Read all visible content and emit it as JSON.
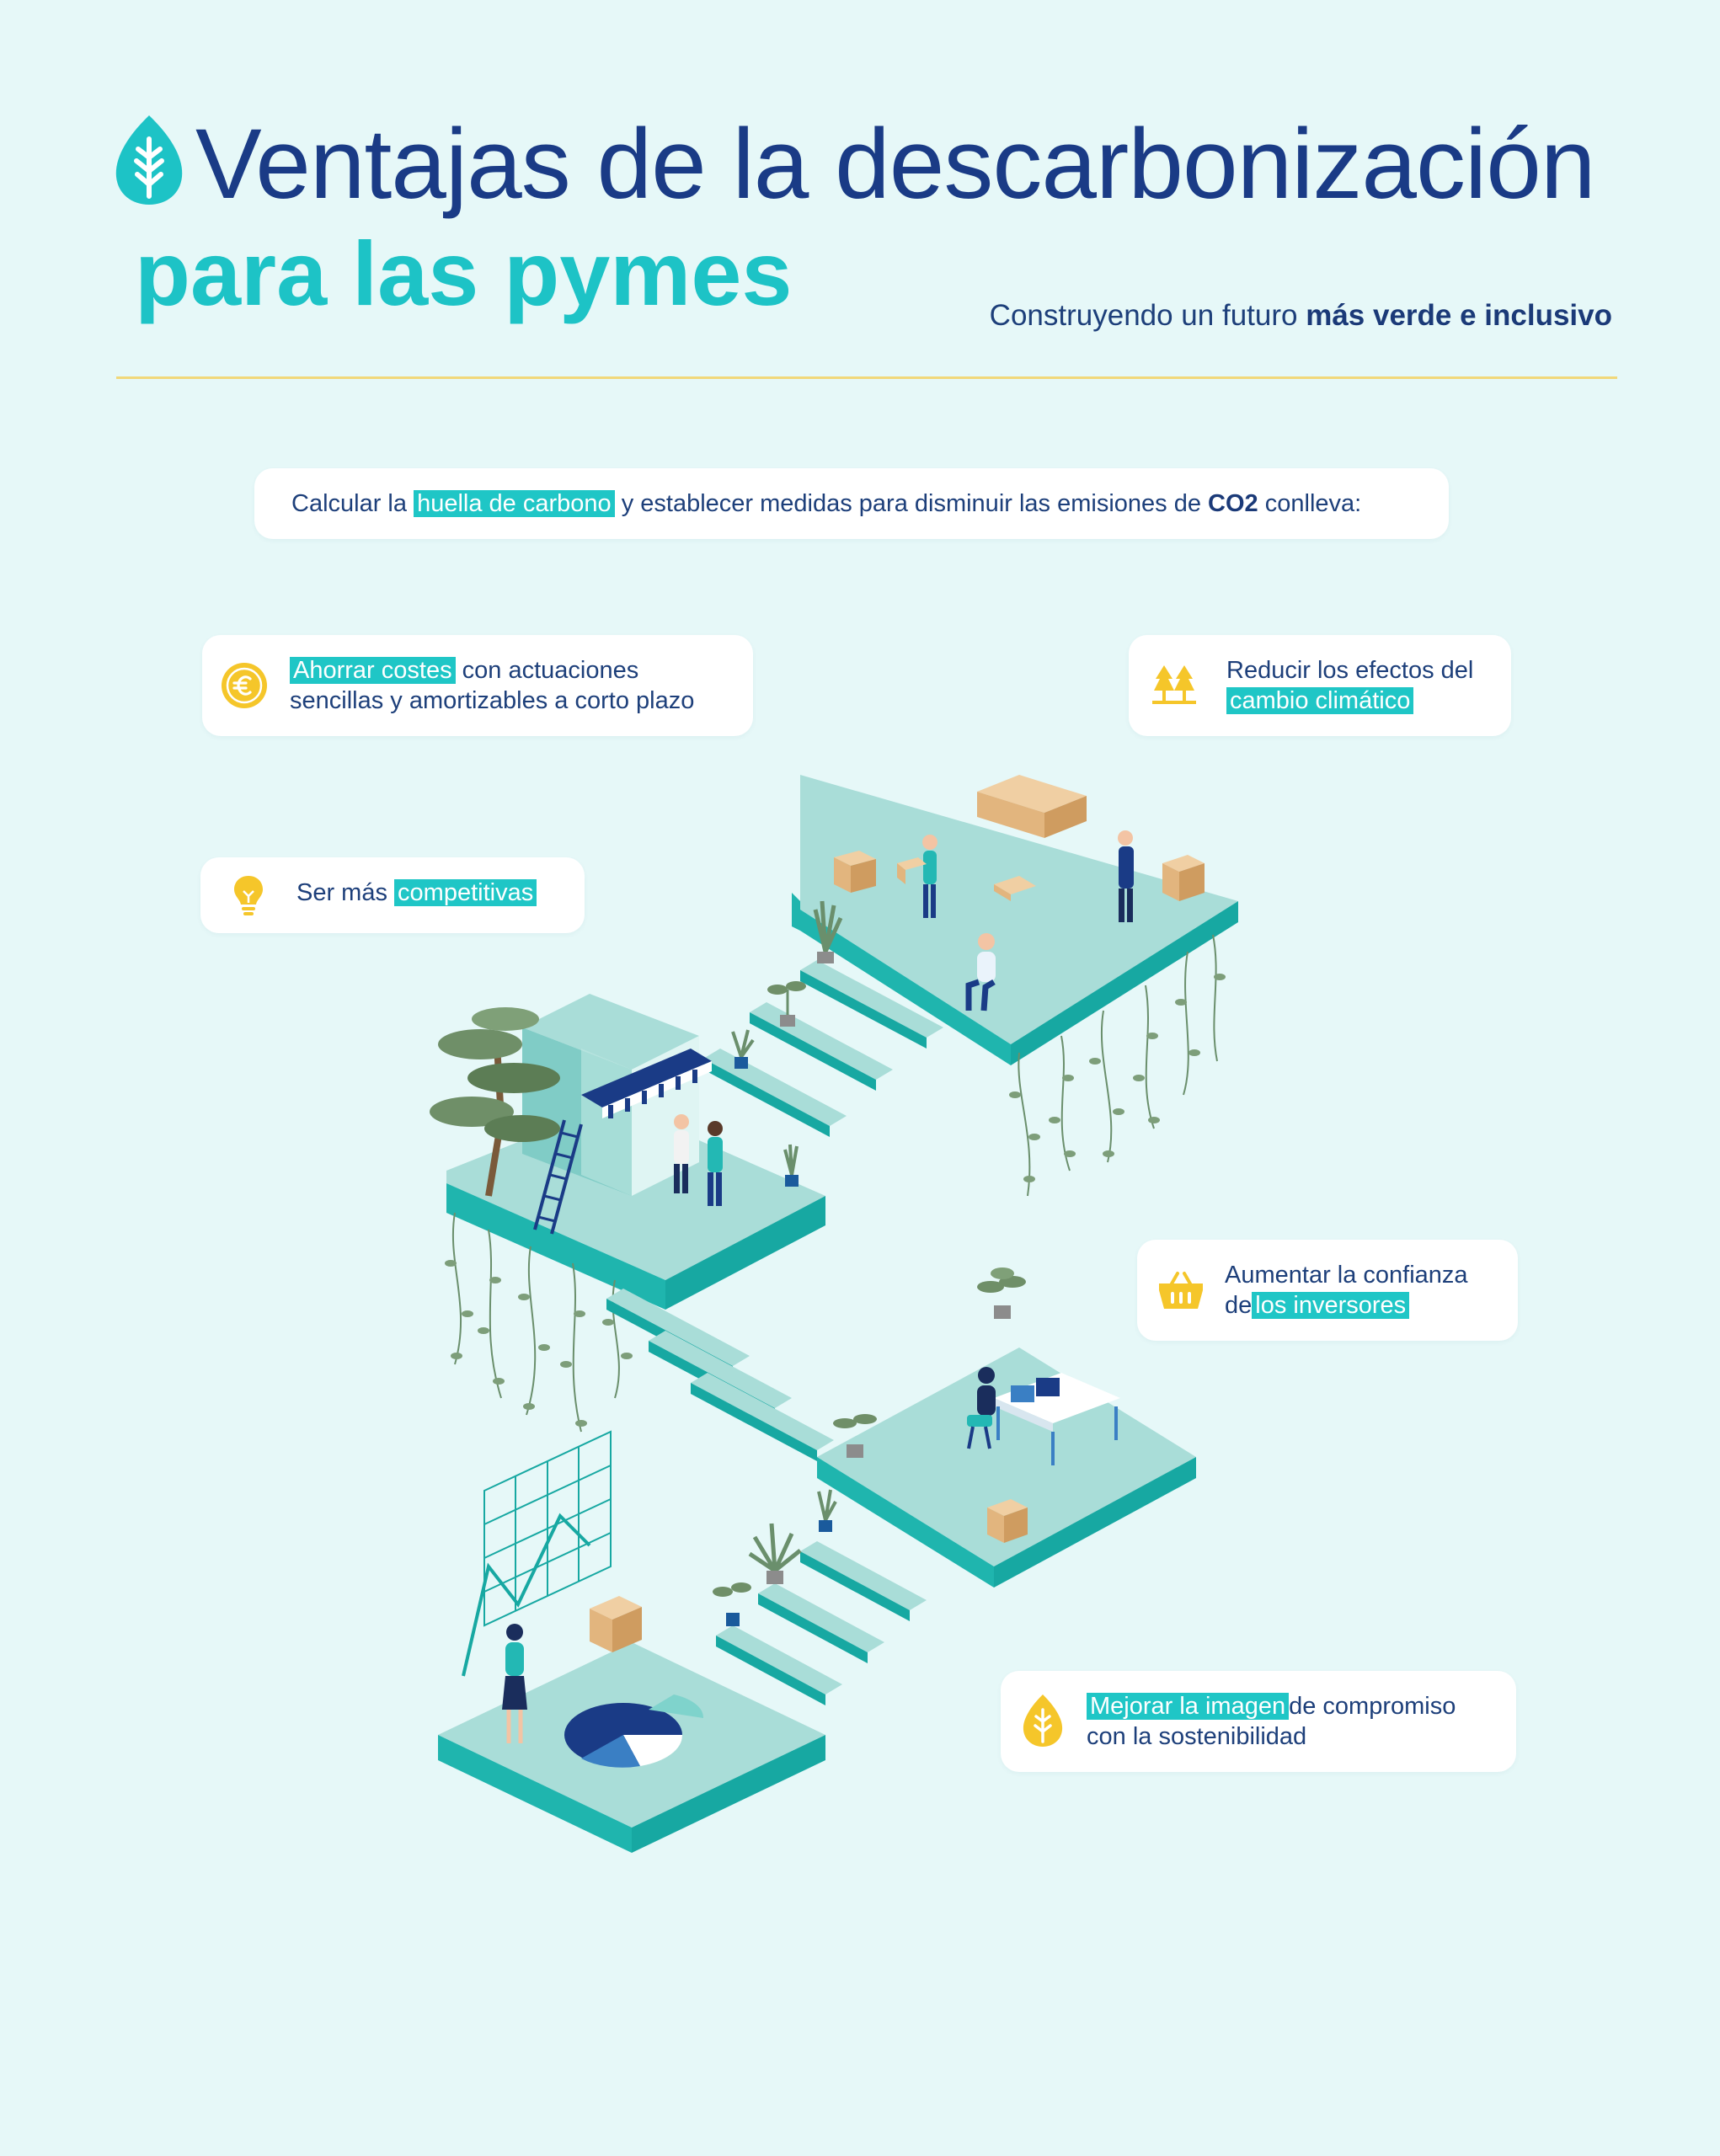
{
  "header": {
    "logo_icon": "leaf-icon",
    "title_line1": "Ventajas de la descarbonización",
    "title_line2": "para las pymes",
    "subtitle_prefix": "Construyendo un futuro",
    "subtitle_bold": "más verde e inclusivo"
  },
  "intro": {
    "part1": "Calcular la",
    "highlight": "huella de carbono",
    "part2": "y establecer medidas para disminuir las emisiones de",
    "bold": "CO2",
    "part3": "conlleva:"
  },
  "benefits": {
    "costs": {
      "icon": "euro-coin-icon",
      "highlight": "Ahorrar costes",
      "line1_rest": "con actuaciones",
      "line2": "sencillas y amortizables a corto plazo"
    },
    "climate": {
      "icon": "trees-icon",
      "line1": "Reducir los efectos del",
      "highlight": "cambio climático"
    },
    "competitive": {
      "icon": "lightbulb-icon",
      "text": "Ser más",
      "highlight": "competitivas"
    },
    "investors": {
      "icon": "shopping-basket-icon",
      "line1": "Aumentar la confianza",
      "line2_prefix": "de",
      "highlight": "los inversores"
    },
    "image": {
      "icon": "leaf-badge-icon",
      "highlight": "Mejorar la imagen",
      "line1_rest": "de compromiso",
      "line2": "con la sostenibilidad"
    }
  },
  "colors": {
    "background": "#e6f8f8",
    "title_blue": "#1a3b86",
    "accent_teal": "#1dc3c6",
    "highlight_teal": "#1fc6c6",
    "icon_yellow": "#f5c62a",
    "divider_yellow": "#f1d87a",
    "platform_top": "#a9ddd8",
    "platform_side": "#17a8a2"
  }
}
